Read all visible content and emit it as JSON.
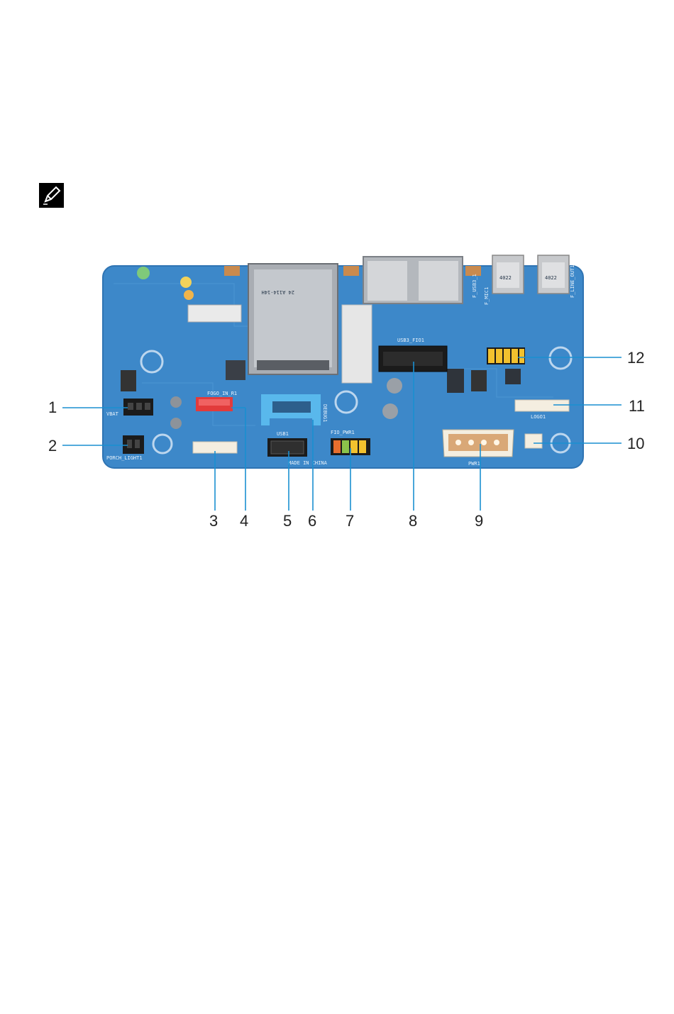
{
  "note_icon": "note-pencil-icon",
  "board": {
    "labels": {
      "vbat": "VBAT",
      "porch_light": "PORCH_LIGHT1",
      "usb1": "USB1",
      "debug": "DEBUG1",
      "usb3": "USB3_FIO1",
      "made_in_china": "MADE IN CHINA",
      "pwr": "PWR1",
      "f_usb3": "F_USB3_1",
      "f_mic": "F_MIC1",
      "f_line_out": "F_LINE_OUT1",
      "fio_pwr": "FIO_PWR1",
      "logo": "LOGO1",
      "fogo": "FOGO_IN_R1",
      "jack1": "4022",
      "jack2": "4022",
      "sd": "24 A114-14H"
    },
    "colors": {
      "pcb": "#3d88c9",
      "pcb_dark": "#2f74b3",
      "connector_black": "#1b1b1b",
      "connector_red": "#e23b3b",
      "connector_blue": "#59b8ec",
      "connector_yellow": "#f2c12e",
      "connector_white": "#f4eee0",
      "connector_tan": "#d9a877",
      "leader": "#1a8fd1"
    }
  },
  "callouts": {
    "c1": "1",
    "c2": "2",
    "c3": "3",
    "c4": "4",
    "c5": "5",
    "c6": "6",
    "c7": "7",
    "c8": "8",
    "c9": "9",
    "c10": "10",
    "c11": "11",
    "c12": "12"
  }
}
